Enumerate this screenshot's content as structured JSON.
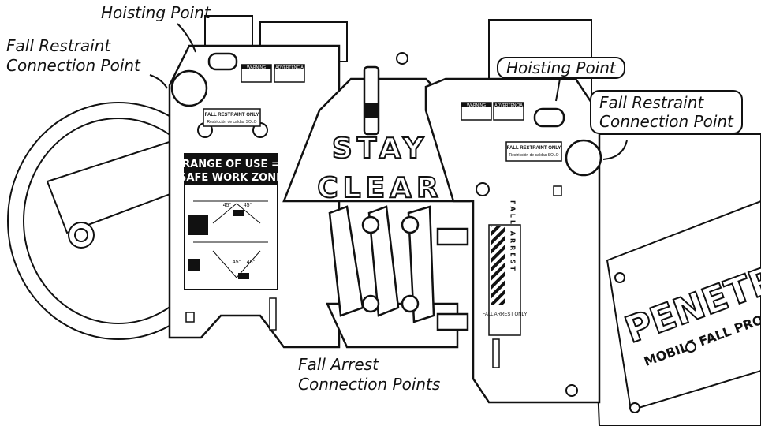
{
  "callouts": {
    "hoisting_left": "Hoisting Point",
    "restraint_left_line1": "Fall Restraint",
    "restraint_left_line2": "Connection Point",
    "hoisting_right": "Hoisting Point",
    "restraint_right_line1": "Fall Restraint",
    "restraint_right_line2": "Connection Point",
    "arrest_line1": "Fall Arrest",
    "arrest_line2": "Connection Points"
  },
  "left_plate": {
    "safe_zone_title_line1": "RANGE OF USE =",
    "safe_zone_title_line2": "SAFE WORK ZONE",
    "angle_top_left": "45°",
    "angle_top_right": "45°",
    "angle_bottom_left": "45°",
    "angle_bottom_right": "45°",
    "warning": "WARNING",
    "advertencia": "ADVERTENCIA",
    "restraint_only": "FALL RESTRAINT ONLY",
    "restraint_only_es": "Restricción de caídas SOLO"
  },
  "right_plate": {
    "warning": "WARNING",
    "advertencia": "ADVERTENCIA",
    "restraint_only": "FALL RESTRAINT ONLY",
    "restraint_only_es": "Restricción de caídas SOLO",
    "vertical_label": "FALL ARREST",
    "arrest_only": "FALL ARREST ONLY"
  },
  "stay_clear": {
    "line1": "STAY",
    "line2": "CLEAR"
  },
  "brand": {
    "name": "PENETRATO",
    "tagline": "MOBILE FALL PROTECTI"
  }
}
